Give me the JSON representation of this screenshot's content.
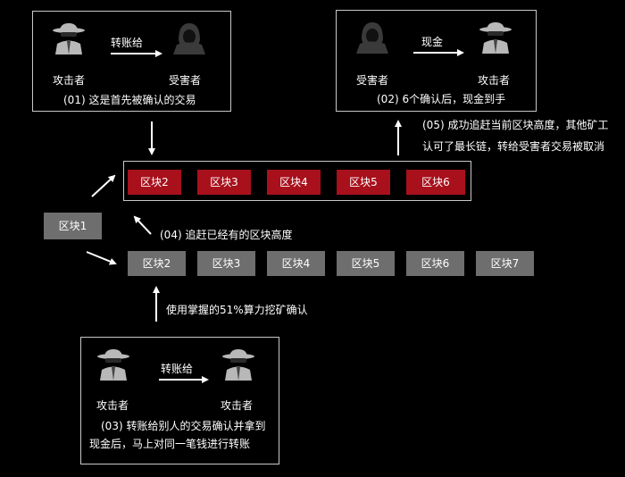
{
  "panel1": {
    "from": "攻击者",
    "action": "转账给",
    "to": "受害者",
    "caption": "(01)  这是首先被确认的交易"
  },
  "panel2": {
    "from": "受害者",
    "action": "现金",
    "to": "攻击者",
    "caption": "(02)  6个确认后，现金到手"
  },
  "panel3": {
    "from": "攻击者",
    "action": "转账给",
    "to": "攻击者",
    "caption_line1": "(03)  转账给别人的交易确认并拿到",
    "caption_line2": "现金后，马上对同一笔钱进行转账"
  },
  "note05": {
    "line1": "(05)  成功追赶当前区块高度，其他矿工",
    "line2": "认可了最长链，转给受害者交易被取消"
  },
  "note04": "(04)  追赶已经有的区块高度",
  "note_mining": "使用掌握的51%算力挖矿确认",
  "genesis_block": "区块1",
  "red_chain": [
    "区块2",
    "区块3",
    "区块4",
    "区块5",
    "区块6"
  ],
  "gray_chain": [
    "区块2",
    "区块3",
    "区块4",
    "区块5",
    "区块6",
    "区块7"
  ],
  "colors": {
    "background": "#000000",
    "red_block": "#a8101c",
    "gray_block": "#6e6e6e",
    "border": "#c8c8c8",
    "attacker_hat": "#b8b8b8",
    "victim_hood": "#3a3a3a"
  }
}
